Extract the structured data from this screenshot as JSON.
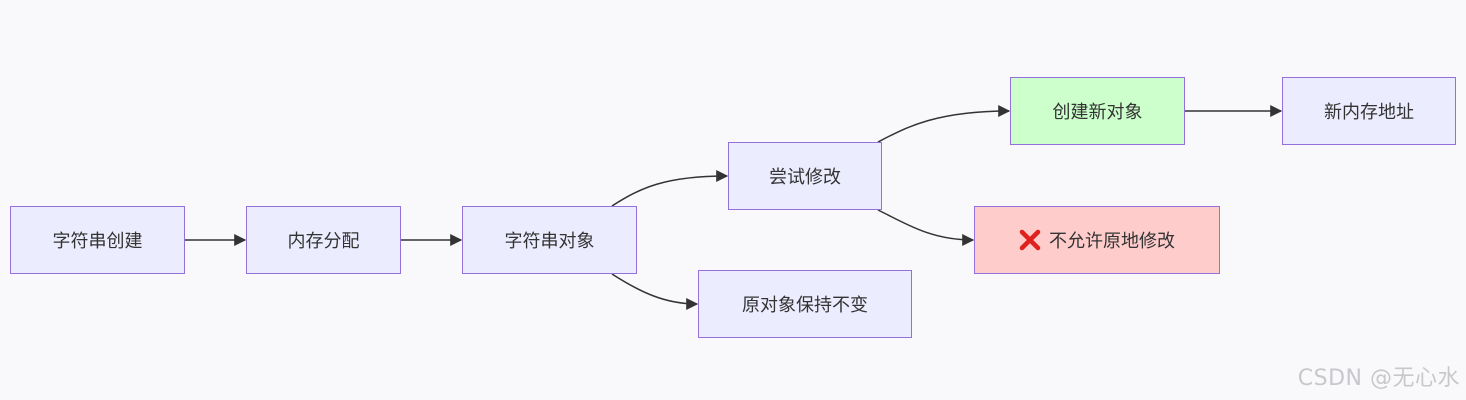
{
  "diagram": {
    "nodes": {
      "string_create": "字符串创建",
      "memory_alloc": "内存分配",
      "string_object": "字符串对象",
      "try_modify": "尝试修改",
      "original_unchanged": "原对象保持不变",
      "create_new_object": "创建新对象",
      "new_address": "新内存地址",
      "no_in_place": "不允许原地修改"
    },
    "edges": [
      [
        "string_create",
        "memory_alloc"
      ],
      [
        "memory_alloc",
        "string_object"
      ],
      [
        "string_object",
        "try_modify"
      ],
      [
        "string_object",
        "original_unchanged"
      ],
      [
        "try_modify",
        "create_new_object"
      ],
      [
        "try_modify",
        "no_in_place"
      ],
      [
        "create_new_object",
        "new_address"
      ]
    ],
    "colors": {
      "default_fill": "#ececff",
      "border": "#9370db",
      "success_fill": "#ccffcc",
      "error_fill": "#ffcccc",
      "arrow": "#333333",
      "cross": "#e0201c"
    },
    "icons": {
      "no_in_place": "cross-mark-icon"
    }
  },
  "watermark": "CSDN @无心水"
}
